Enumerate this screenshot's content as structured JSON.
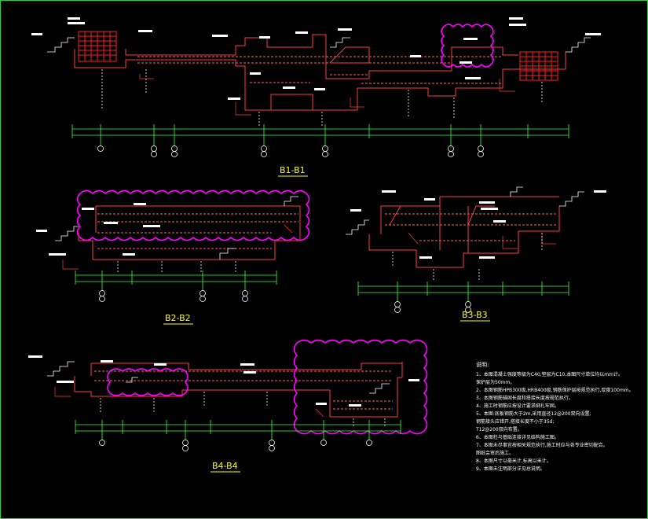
{
  "sections": [
    {
      "id": "b1",
      "title": "B1-B1"
    },
    {
      "id": "b2",
      "title": "B2-B2"
    },
    {
      "id": "b3",
      "title": "B3-B3"
    },
    {
      "id": "b4",
      "title": "B4-B4"
    }
  ],
  "notes": {
    "heading": "说明:",
    "items": [
      "1、本图混凝土强度等级为C40,垫层为C10,本图尺寸单位均以mm计。",
      "   保护层为50mm。",
      "2、本图钢筋HPB300级,HRB400级,钢筋保护层按规范执行,厚度100mm。",
      "3、本图钢筋锚固长度和搭接长度按规范执行。",
      "4、施工时钢筋应按设计要求绑扎牢固。",
      "5、本图:底板钢筋大于2m,采用直径12@200双向设置;",
      "   钢筋接头应错开,搭接长度不小于35d;",
      "   T12@200双向布置。",
      "6、本图柱与基础连接详见结构施工图。",
      "7、本图未尽事宜按相关规范执行,施工时应与各专业密切配合。",
      "   图纸会审后施工。",
      "8、本图尺寸以毫米计,标高以米计。",
      "9、本图未注明部分详见总说明。"
    ]
  },
  "colors": {
    "frame": "#2ecc40",
    "outline": "#ff3b3b",
    "dimension": "#3cff3c",
    "text": "#ffffff",
    "revision_cloud": "#ff00ff",
    "title": "#ffff00",
    "hatch": "#ff2020"
  }
}
